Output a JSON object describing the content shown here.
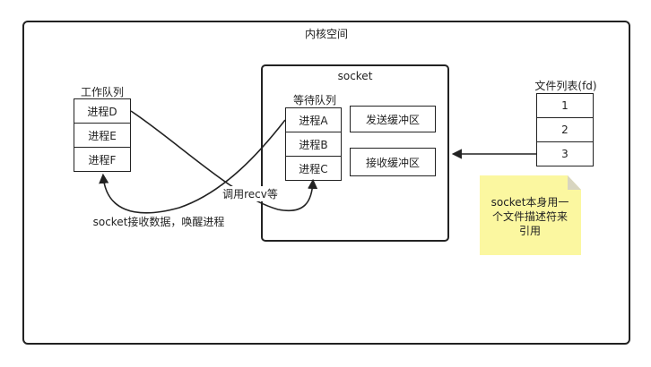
{
  "kernel": {
    "title": "内核空间"
  },
  "process_queue": {
    "title": "工作队列",
    "items": [
      "进程D",
      "进程E",
      "进程F"
    ]
  },
  "socket": {
    "title": "socket",
    "wait_queue_title": "等待队列",
    "wait_items": [
      "进程A",
      "进程B",
      "进程C"
    ],
    "send_buffer": "发送缓冲区",
    "recv_buffer": "接收缓冲区"
  },
  "fd_table": {
    "title": "文件列表(fd)",
    "items": [
      "1",
      "2",
      "3"
    ]
  },
  "annotations": {
    "recv_call": "调用recv等",
    "wakeup": "socket接收数据，唤醒进程"
  },
  "note": {
    "text_line1": "socket本身用一",
    "text_line2": "个文件描述符来",
    "text_line3": "引用",
    "color": "#fbf7a0"
  }
}
